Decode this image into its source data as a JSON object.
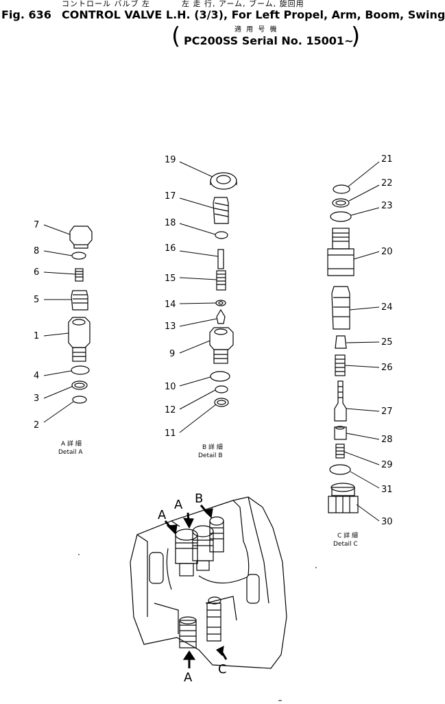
{
  "header": {
    "jp_title_1": "コントロール バルブ 左",
    "jp_title_2": "左 走 行, アーム, ブーム, 旋回用",
    "fig_no": "Fig. 636",
    "title": "CONTROL VALVE L.H. (3/3), For Left Propel, Arm, Boom, Swing",
    "jp_applicability": "適 用 号 機",
    "serial": "PC200SS Serial No. 15001~"
  },
  "details": [
    {
      "jp": "A 詳 細",
      "label": "Detail A"
    },
    {
      "jp": "B 詳 細",
      "label": "Detail B"
    },
    {
      "jp": "C 詳 細",
      "label": "Detail C"
    }
  ],
  "callouts": [
    "1",
    "2",
    "3",
    "4",
    "5",
    "6",
    "7",
    "8",
    "9",
    "10",
    "11",
    "12",
    "13",
    "14",
    "15",
    "16",
    "17",
    "18",
    "19",
    "20",
    "21",
    "22",
    "23",
    "24",
    "25",
    "26",
    "27",
    "28",
    "29",
    "30",
    "31"
  ],
  "view_markers": {
    "a1": "A",
    "a2": "A",
    "b": "B",
    "a_bottom": "A",
    "c": "C"
  }
}
